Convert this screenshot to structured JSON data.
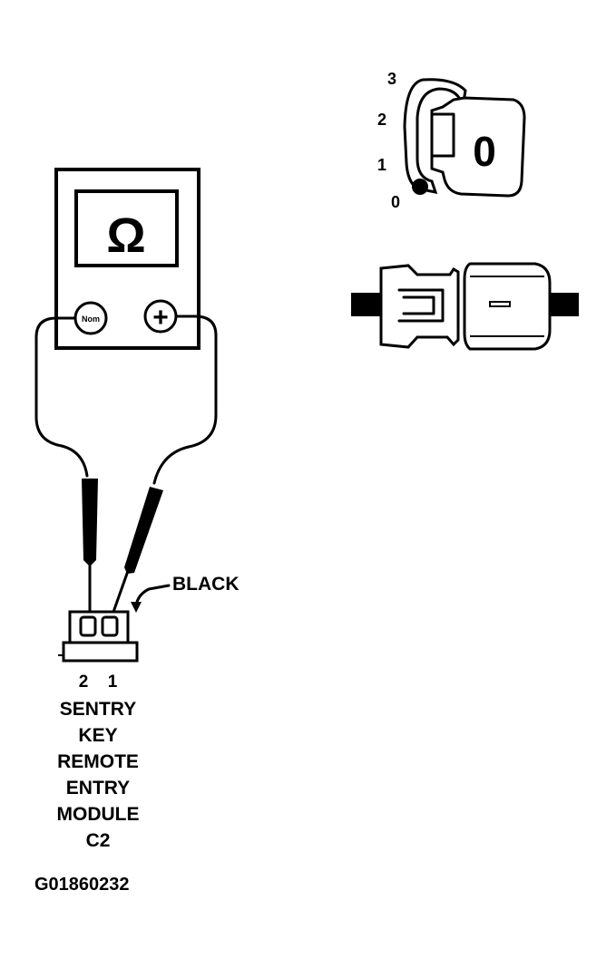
{
  "meter": {
    "symbol": "Ω",
    "neg_label": "Nom",
    "pos_label": "+"
  },
  "connector": {
    "callout": "BLACK",
    "pins": [
      "2",
      "1"
    ]
  },
  "module_name": [
    "SENTRY",
    "KEY",
    "REMOTE",
    "ENTRY",
    "MODULE",
    "C2"
  ],
  "key": {
    "positions": [
      "3",
      "2",
      "1",
      "0"
    ],
    "head_label": "0"
  },
  "figure_id": "G01860232"
}
